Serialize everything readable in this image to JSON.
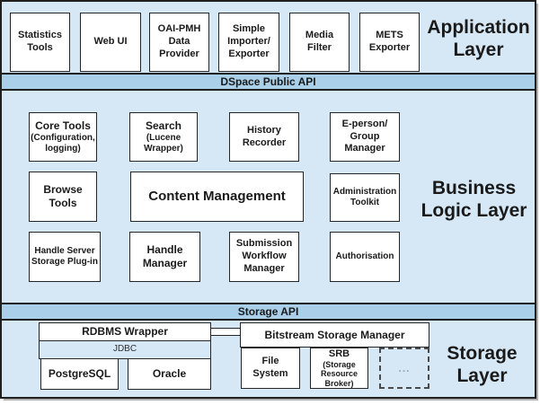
{
  "application": {
    "label": [
      "Application",
      "Layer"
    ],
    "boxes": [
      {
        "label": [
          "Statistics",
          "Tools"
        ]
      },
      {
        "label": [
          "Web UI"
        ]
      },
      {
        "label": [
          "OAI-PMH",
          "Data",
          "Provider"
        ]
      },
      {
        "label": [
          "Simple",
          "Importer/",
          "Exporter"
        ]
      },
      {
        "label": [
          "Media",
          "Filter"
        ]
      },
      {
        "label": [
          "METS",
          "Exporter"
        ]
      }
    ]
  },
  "bands": {
    "public_api": "DSpace Public API",
    "storage_api": "Storage API"
  },
  "business": {
    "label": [
      "Business",
      "Logic Layer"
    ],
    "boxes": {
      "core_tools": {
        "title": "Core Tools",
        "subtitle": [
          "(Configuration,",
          "logging)"
        ]
      },
      "search": {
        "title": "Search",
        "subtitle": [
          "(Lucene",
          "Wrapper)"
        ]
      },
      "history_recorder": [
        "History",
        "Recorder"
      ],
      "eperson_group_manager": [
        "E-person/",
        "Group",
        "Manager"
      ],
      "browse_tools": [
        "Browse",
        "Tools"
      ],
      "content_management": [
        "Content Management"
      ],
      "administration_toolkit": [
        "Administration",
        "Toolkit"
      ],
      "handle_server_plugin": [
        "Handle Server",
        "Storage Plug-in"
      ],
      "handle_manager": [
        "Handle",
        "Manager"
      ],
      "submission_workflow_manager": [
        "Submission",
        "Workflow",
        "Manager"
      ],
      "authorisation": [
        "Authorisation"
      ]
    }
  },
  "storage": {
    "label": [
      "Storage",
      "Layer"
    ],
    "rdbms_wrapper": "RDBMS Wrapper",
    "jdbc": "JDBC",
    "postgresql": "PostgreSQL",
    "oracle": "Oracle",
    "bitstream_storage_manager": "Bitstream Storage Manager",
    "file_system": [
      "File",
      "System"
    ],
    "srb": {
      "title": "SRB",
      "subtitle": [
        "(Storage",
        "Resource",
        "Broker)"
      ]
    },
    "ellipsis": "..."
  },
  "colors": {
    "background": "#d6e8f6",
    "band": "#a9cfe9",
    "border": "#1f1f1f",
    "box_fill": "#ffffff"
  }
}
